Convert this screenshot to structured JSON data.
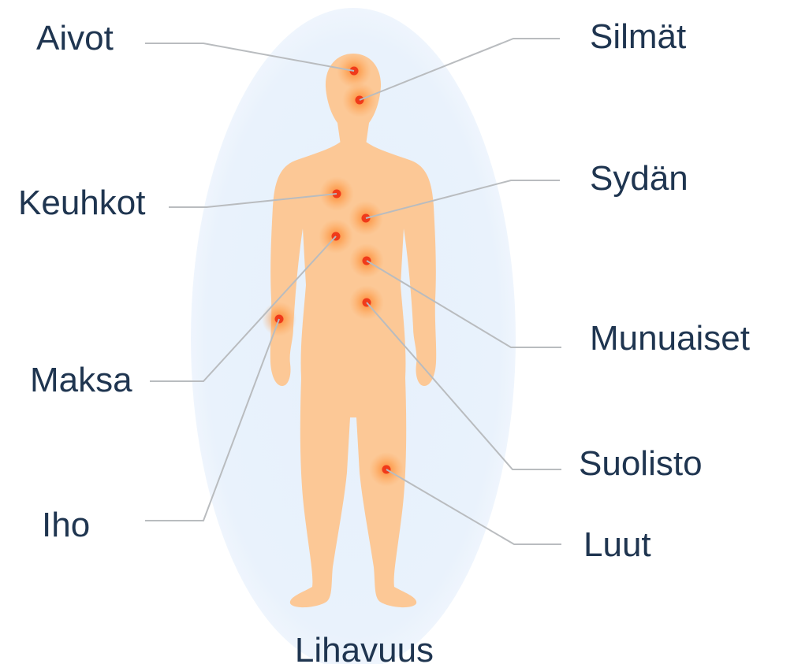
{
  "diagram": {
    "caption": "Lihavuus",
    "colors": {
      "aura": "#e8f2fc",
      "body": "#fcc896",
      "glow": "#ff7a1e",
      "dot": "#f03a1a",
      "leader": "#b9bcbf",
      "text": "#1f3550"
    },
    "labels": {
      "aivot": "Aivot",
      "silmat": "Silmät",
      "keuhkot": "Keuhkot",
      "sydan": "Sydän",
      "maksa": "Maksa",
      "munuaiset": "Munuaiset",
      "iho": "Iho",
      "suolisto": "Suolisto",
      "luut": "Luut"
    }
  }
}
